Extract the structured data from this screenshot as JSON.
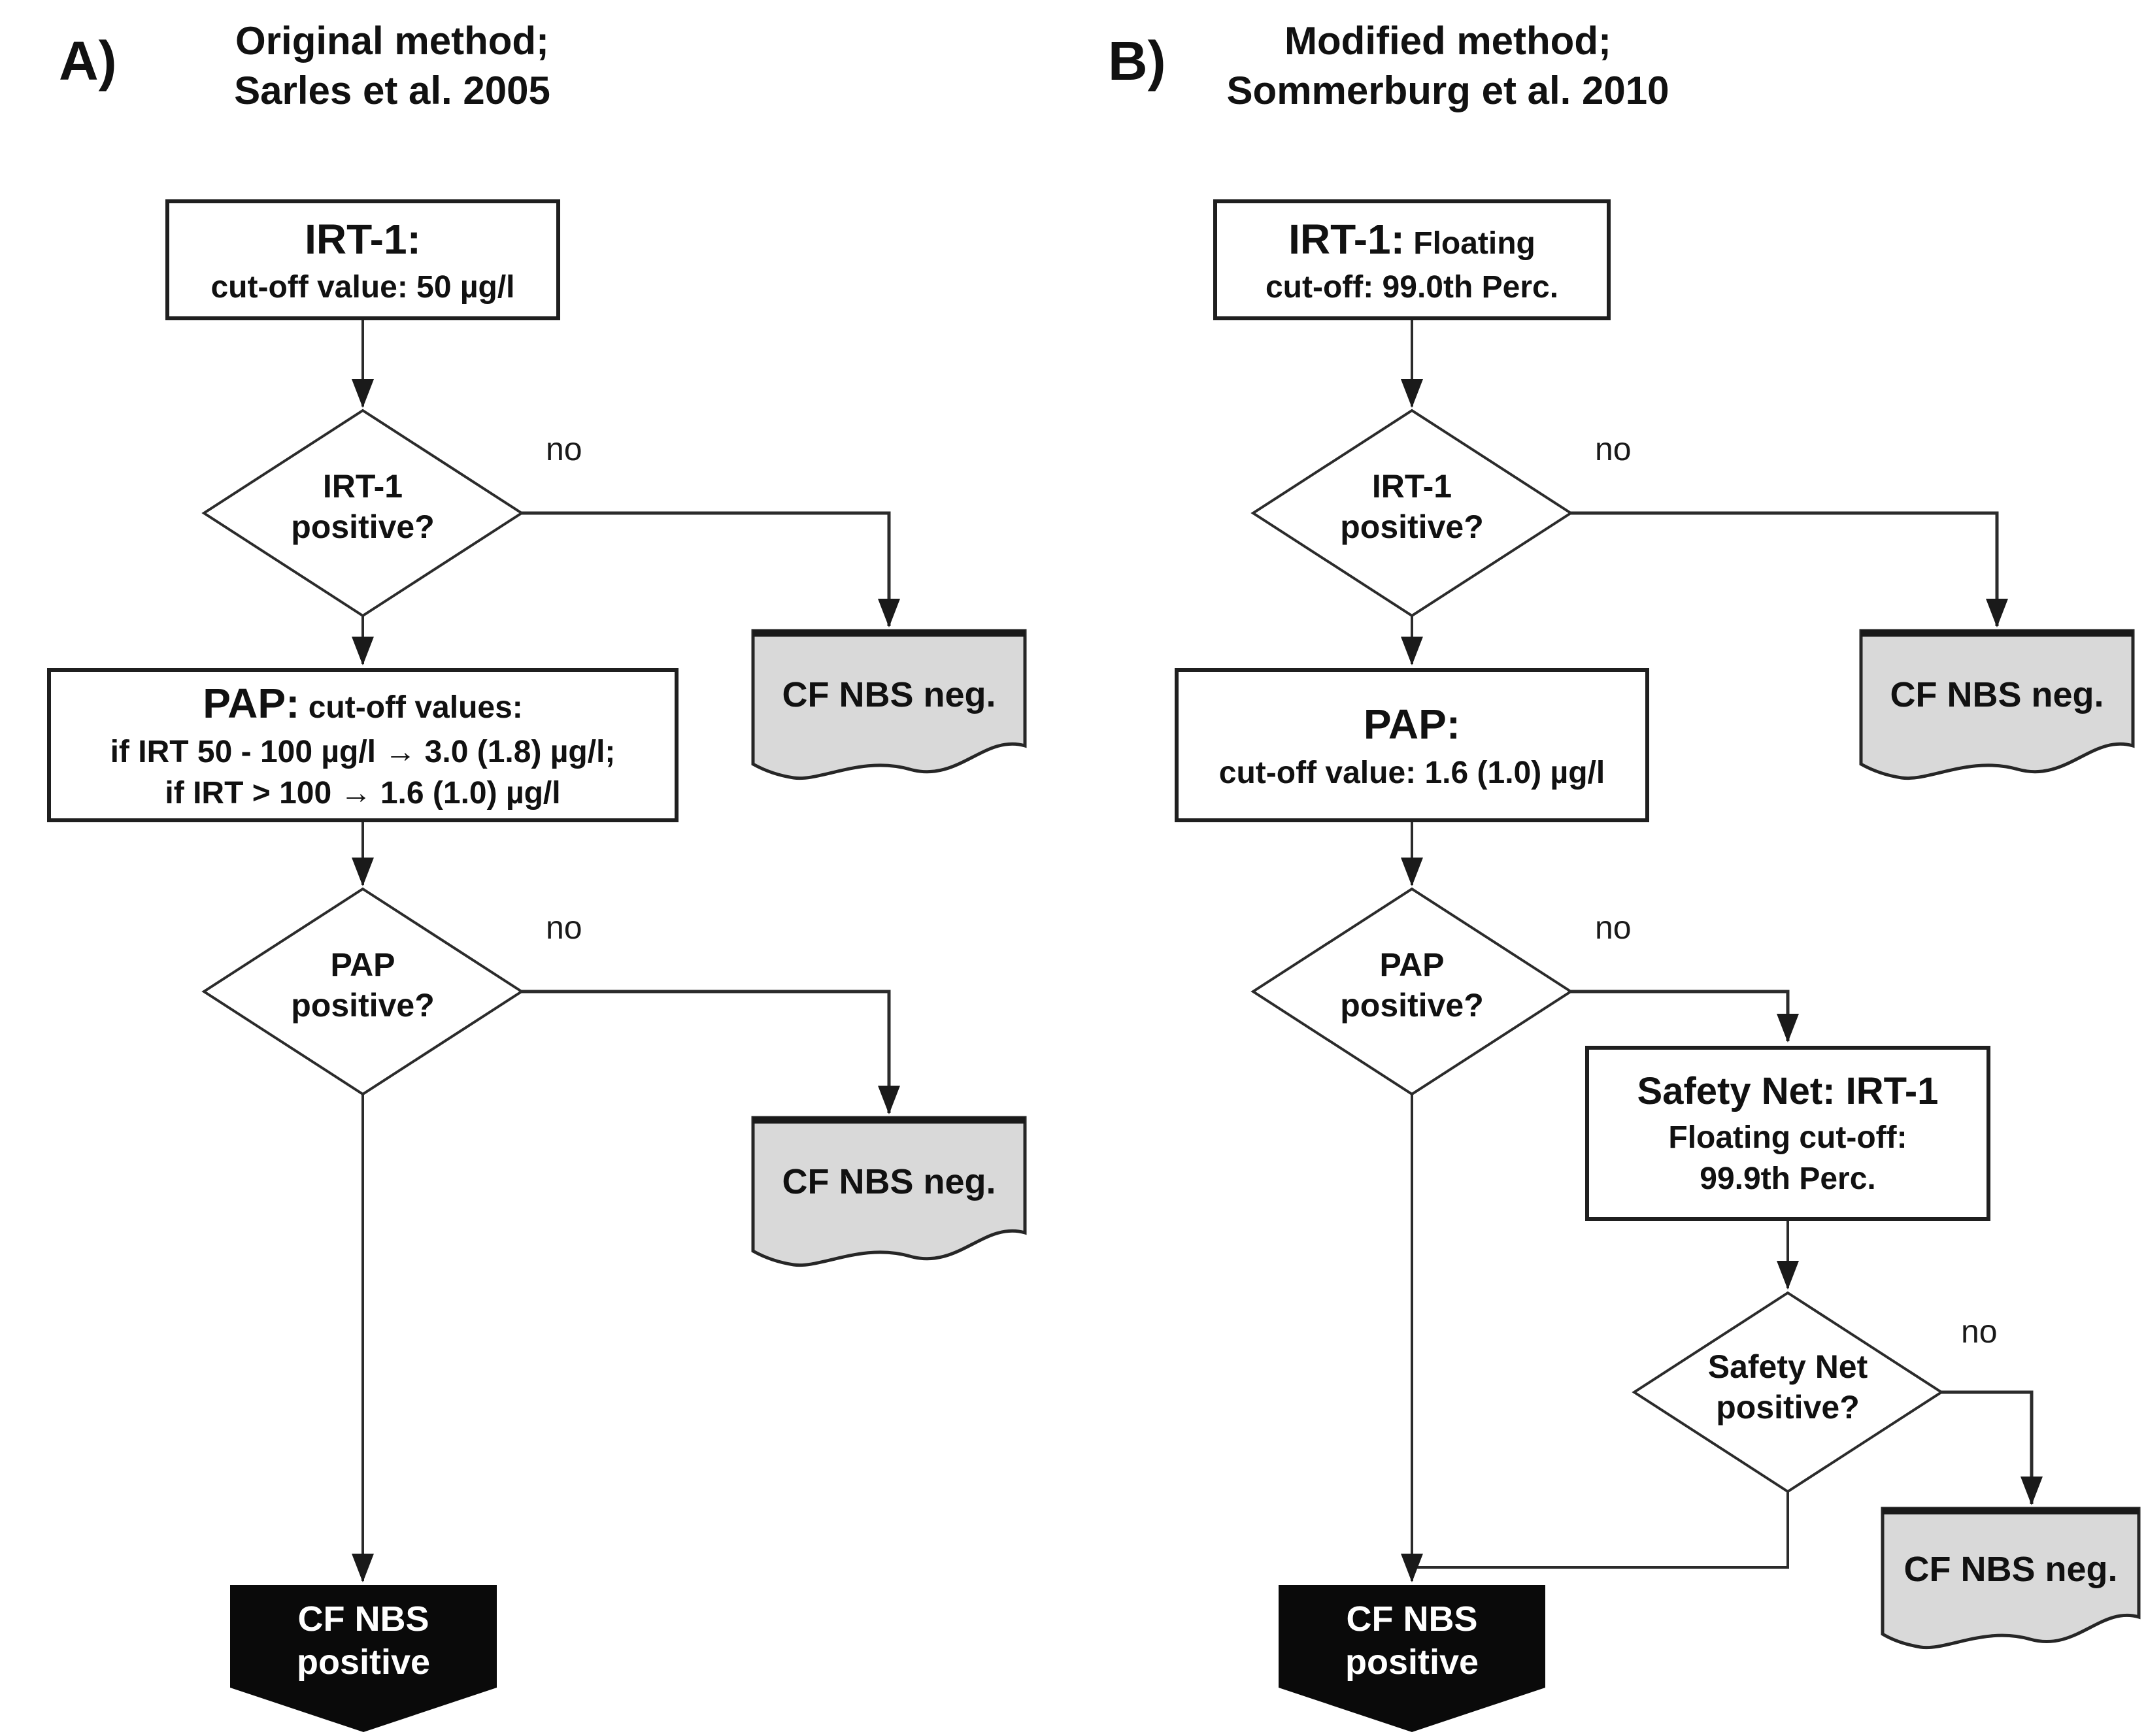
{
  "colors": {
    "background": "#ffffff",
    "line": "#2b2b2b",
    "box_border": "#1f1f1f",
    "doc_fill": "#d9d9d9",
    "terminal_fill": "#0a0a0a",
    "text": "#111111",
    "terminal_text": "#ffffff"
  },
  "panel_a": {
    "label": "A)",
    "title": {
      "line1": "Original method;",
      "line2": "Sarles et al. 2005"
    },
    "irt_box": {
      "title": "IRT-1:",
      "subtitle": "cut-off value: 50 µg/l"
    },
    "irt_decision": {
      "line1": "IRT-1",
      "line2": "positive?",
      "no_label": "no"
    },
    "neg_doc_1": {
      "label": "CF NBS neg."
    },
    "pap_box": {
      "title": "PAP:",
      "title_rest": " cut-off values:",
      "line2": "if IRT 50 - 100 µg/l → 3.0 (1.8) µg/l;",
      "line3": "if IRT > 100 → 1.6 (1.0) µg/l"
    },
    "pap_decision": {
      "line1": "PAP",
      "line2": "positive?",
      "no_label": "no"
    },
    "neg_doc_2": {
      "label": "CF NBS neg."
    },
    "positive_terminal": {
      "line1": "CF NBS",
      "line2": "positive"
    }
  },
  "panel_b": {
    "label": "B)",
    "title": {
      "line1": "Modified method;",
      "line2": "Sommerburg et al. 2010"
    },
    "irt_box": {
      "title": "IRT-1:",
      "title_rest": " Floating",
      "subtitle": "cut-off: 99.0th Perc."
    },
    "irt_decision": {
      "line1": "IRT-1",
      "line2": "positive?",
      "no_label": "no"
    },
    "neg_doc_1": {
      "label": "CF NBS neg."
    },
    "pap_box": {
      "title": "PAP:",
      "subtitle": "cut-off value: 1.6 (1.0) µg/l"
    },
    "pap_decision": {
      "line1": "PAP",
      "line2": "positive?",
      "no_label": "no"
    },
    "safety_box": {
      "title": "Safety Net: IRT-1",
      "line2": "Floating cut-off:",
      "line3": "99.9th Perc."
    },
    "safety_decision": {
      "line1": "Safety Net",
      "line2": "positive?",
      "no_label": "no"
    },
    "neg_doc_2": {
      "label": "CF NBS neg."
    },
    "positive_terminal": {
      "line1": "CF NBS",
      "line2": "positive"
    }
  }
}
